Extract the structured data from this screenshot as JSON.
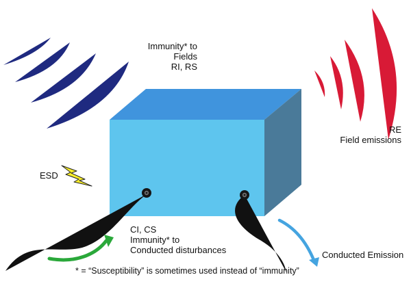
{
  "labels": {
    "immunity_fields": [
      "Immunity* to",
      "Fields",
      "RI, RS"
    ],
    "emissions": [
      "RE",
      "Field emissions"
    ],
    "esd": "ESD",
    "conducted_immunity": [
      "CI, CS",
      "Immunity* to",
      "Conducted disturbances"
    ],
    "conducted_emission": "Conducted Emission",
    "footnote": "* = “Susceptibility” is sometimes used instead of “immunity”"
  },
  "colors": {
    "box_front": "#5ec5ee",
    "box_top": "#4094dd",
    "box_side": "#4a7a99",
    "incoming_waves": "#1f2a80",
    "outgoing_waves": "#d81a36",
    "esd_bolt": "#f8ee2a",
    "conducted_in_arrow": "#2aa83a",
    "conducted_out_arrow": "#45a4e0",
    "cable": "#111111"
  },
  "icons": {
    "esd": "lightning-bolt-icon",
    "connector": "connector-port-icon"
  }
}
